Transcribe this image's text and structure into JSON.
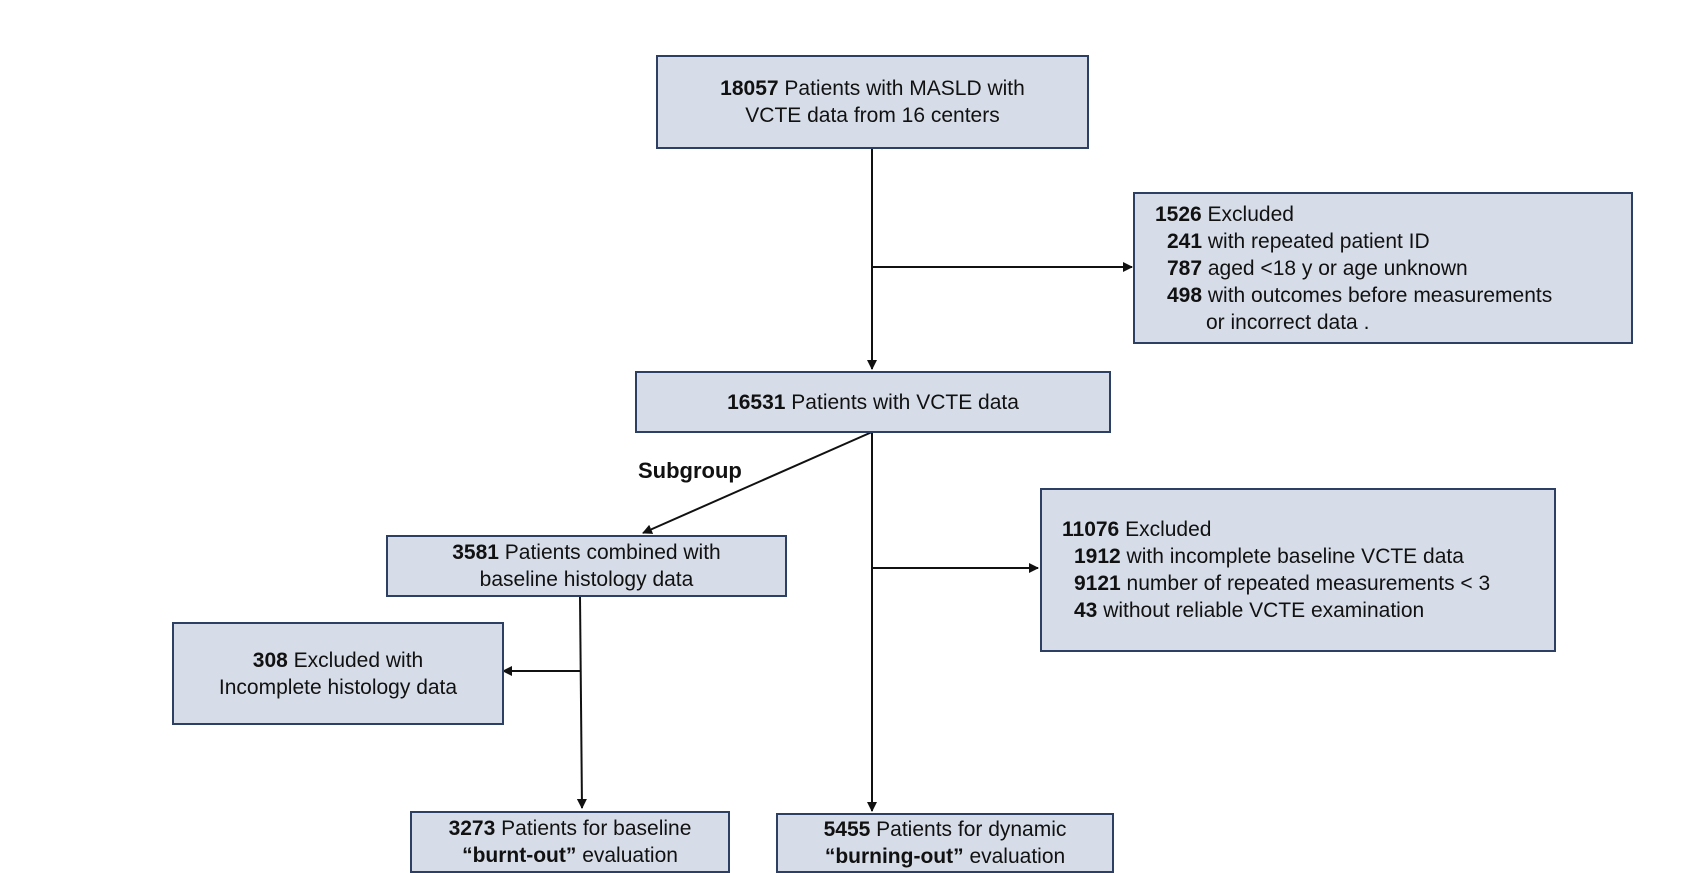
{
  "boxes": {
    "total": {
      "line1_num": "18057",
      "line1_text": " Patients with MASLD with",
      "line2_text": "VCTE data from 16 centers"
    },
    "excluded1": {
      "head_num": "1526",
      "head_text": " Excluded",
      "items": [
        {
          "num": "241",
          "text": " with repeated patient ID"
        },
        {
          "num": "787",
          "text": " aged <18 y or age unknown"
        },
        {
          "num": "498",
          "text": " with outcomes before measurements"
        }
      ],
      "continuation": "or incorrect data ."
    },
    "vcte": {
      "num": "16531",
      "text": " Patients with VCTE data"
    },
    "histology": {
      "line1_num": "3581",
      "line1_text": " Patients combined with",
      "line2_text": "baseline histology data"
    },
    "excluded2": {
      "head_num": "11076",
      "head_text": " Excluded",
      "items": [
        {
          "num": "1912",
          "text": " with incomplete baseline VCTE data"
        },
        {
          "num": "9121",
          "text": " number of repeated measurements < 3"
        },
        {
          "num": "43",
          "text": " without reliable VCTE examination"
        }
      ]
    },
    "excluded3": {
      "line1_num": "308",
      "line1_text": " Excluded with",
      "line2_text": "Incomplete histology data"
    },
    "baseline": {
      "line1_num": "3273",
      "line1_text": " Patients for baseline",
      "line2_open": "“",
      "line2_bold": "burnt-out",
      "line2_close": "”",
      "line2_text": " evaluation"
    },
    "dynamic": {
      "line1_num": "5455",
      "line1_text": " Patients for dynamic",
      "line2_open": "“",
      "line2_bold": "burning-out",
      "line2_close": "”",
      "line2_text": " evaluation"
    }
  },
  "labels": {
    "subgroup": "Subgroup"
  },
  "colors": {
    "box_fill": "#d6dde8",
    "box_border": "#2d3f63",
    "line": "#111111"
  }
}
